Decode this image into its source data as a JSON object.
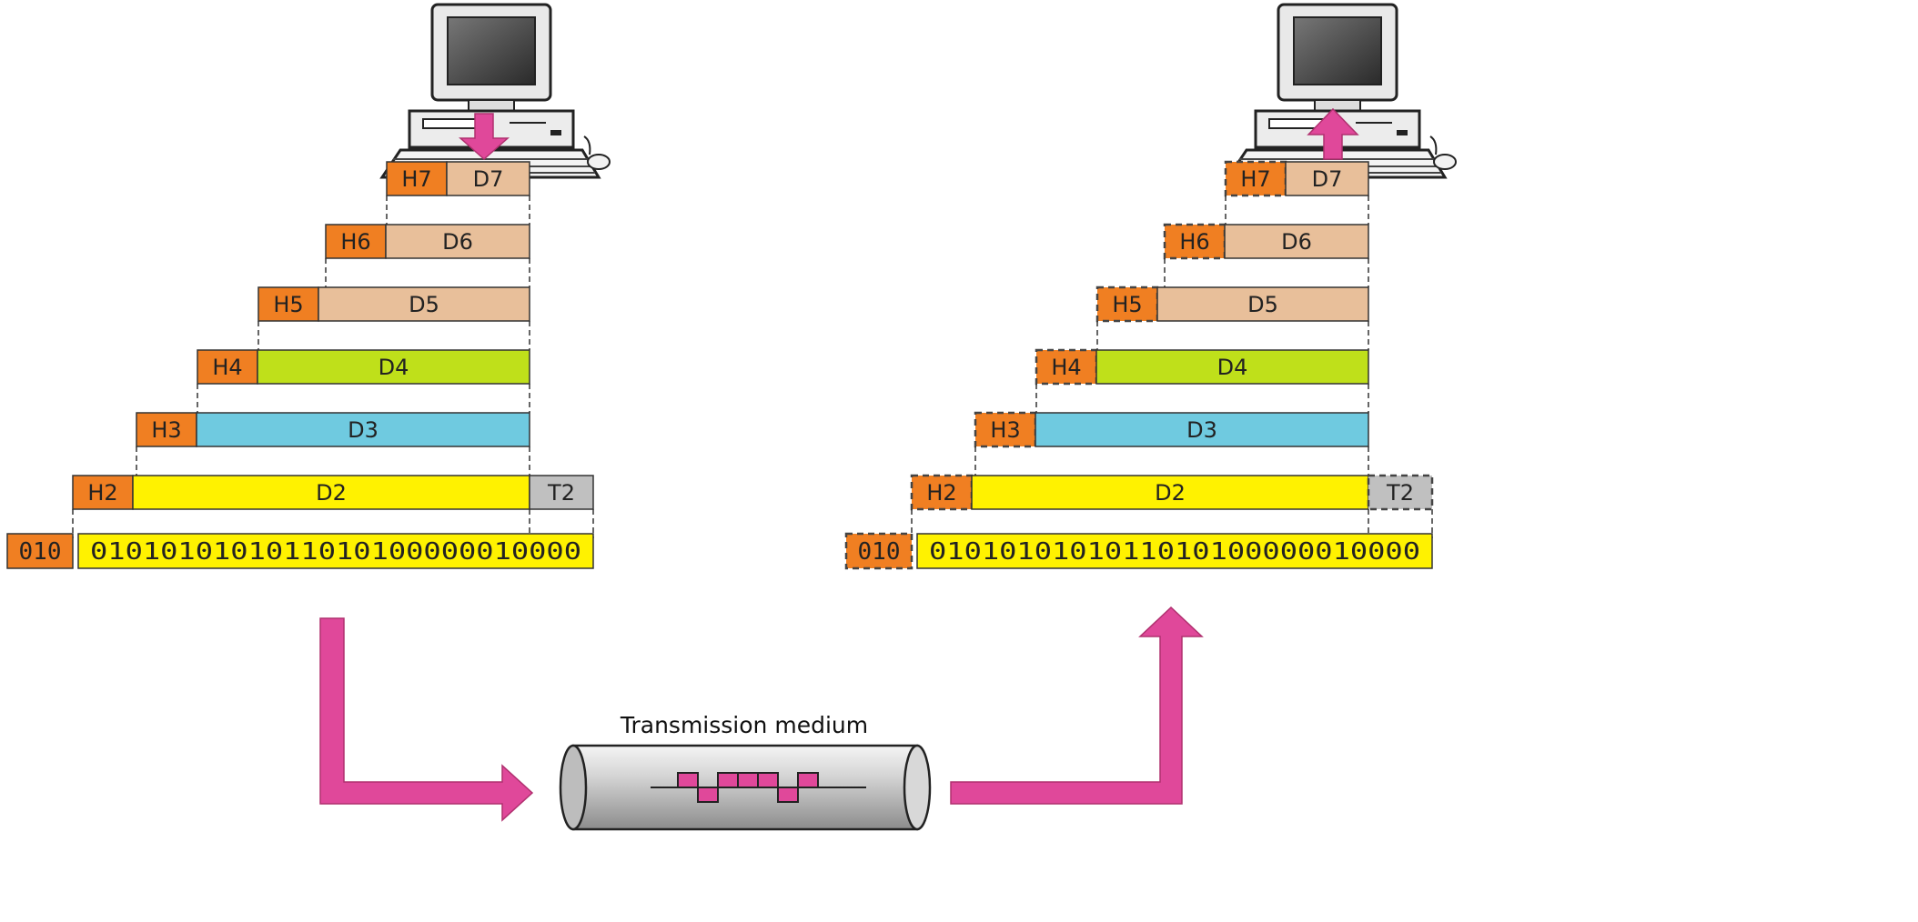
{
  "colors": {
    "header": "#f07f22",
    "upper_data": "#e8bf9a",
    "d4": "#bfe01a",
    "d3": "#6fcae0",
    "d2": "#fff200",
    "trailer": "#c0c0c0",
    "arrow": "#e0489a",
    "dashed_border": "#444444",
    "medium_signal": "#e0489a"
  },
  "icons": {
    "computer": "computer-icon",
    "medium": "cable-icon"
  },
  "sender": {
    "layers": [
      {
        "header": "H7",
        "data": "D7"
      },
      {
        "header": "H6",
        "data": "D6"
      },
      {
        "header": "H5",
        "data": "D5"
      },
      {
        "header": "H4",
        "data": "D4"
      },
      {
        "header": "H3",
        "data": "D3"
      },
      {
        "header": "H2",
        "data": "D2",
        "trailer": "T2"
      }
    ],
    "bits_header": "010",
    "bits": "0101010101011010100000010000"
  },
  "receiver": {
    "layers": [
      {
        "header": "H7",
        "data": "D7"
      },
      {
        "header": "H6",
        "data": "D6"
      },
      {
        "header": "H5",
        "data": "D5"
      },
      {
        "header": "H4",
        "data": "D4"
      },
      {
        "header": "H3",
        "data": "D3"
      },
      {
        "header": "H2",
        "data": "D2",
        "trailer": "T2"
      }
    ],
    "bits_header": "010",
    "bits": "0101010101011010100000010000"
  },
  "medium": {
    "label": "Transmission medium"
  }
}
